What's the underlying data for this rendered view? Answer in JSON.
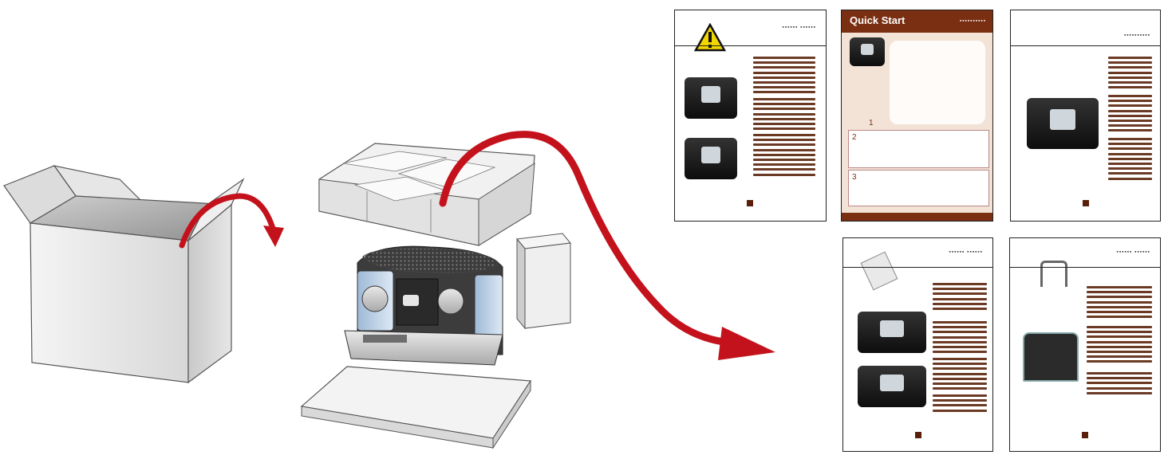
{
  "quick_start": {
    "title": "Quick Start",
    "step_numbers": [
      "1",
      "2",
      "3"
    ]
  },
  "icons": {
    "warning": "warning-triangle-icon",
    "arrow": "curved-arrow-icon"
  },
  "colors": {
    "arrow_red": "#c4121c",
    "quick_start_brown": "#7a2f12",
    "quick_start_bg": "#f3e2d6",
    "warning_yellow": "#f2d600"
  }
}
